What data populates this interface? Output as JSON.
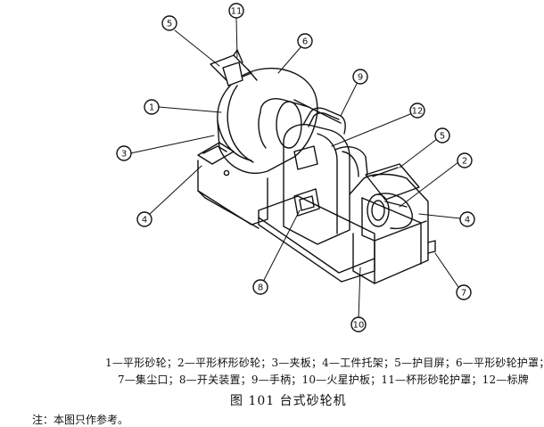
{
  "callouts": [
    {
      "id": "1",
      "text": "1"
    },
    {
      "id": "2",
      "text": "2"
    },
    {
      "id": "3",
      "text": "3"
    },
    {
      "id": "4a",
      "text": "4"
    },
    {
      "id": "4b",
      "text": "4"
    },
    {
      "id": "5a",
      "text": "5"
    },
    {
      "id": "5b",
      "text": "5"
    },
    {
      "id": "6",
      "text": "6"
    },
    {
      "id": "7",
      "text": "7"
    },
    {
      "id": "8",
      "text": "8"
    },
    {
      "id": "9",
      "text": "9"
    },
    {
      "id": "10",
      "text": "10"
    },
    {
      "id": "11",
      "text": "11"
    },
    {
      "id": "12",
      "text": "12"
    }
  ],
  "legend": {
    "line1": "1—平形砂轮；2—平形杯形砂轮；3—夹板；4—工件托架；5—护目屏；6—平形砂轮护罩；",
    "line2": "7—集尘口；8—开关装置；9—手柄；10—火星护板；11—杯形砂轮护罩；12—标牌"
  },
  "caption": "图 101    台式砂轮机",
  "note": "注：本图只作参考。"
}
